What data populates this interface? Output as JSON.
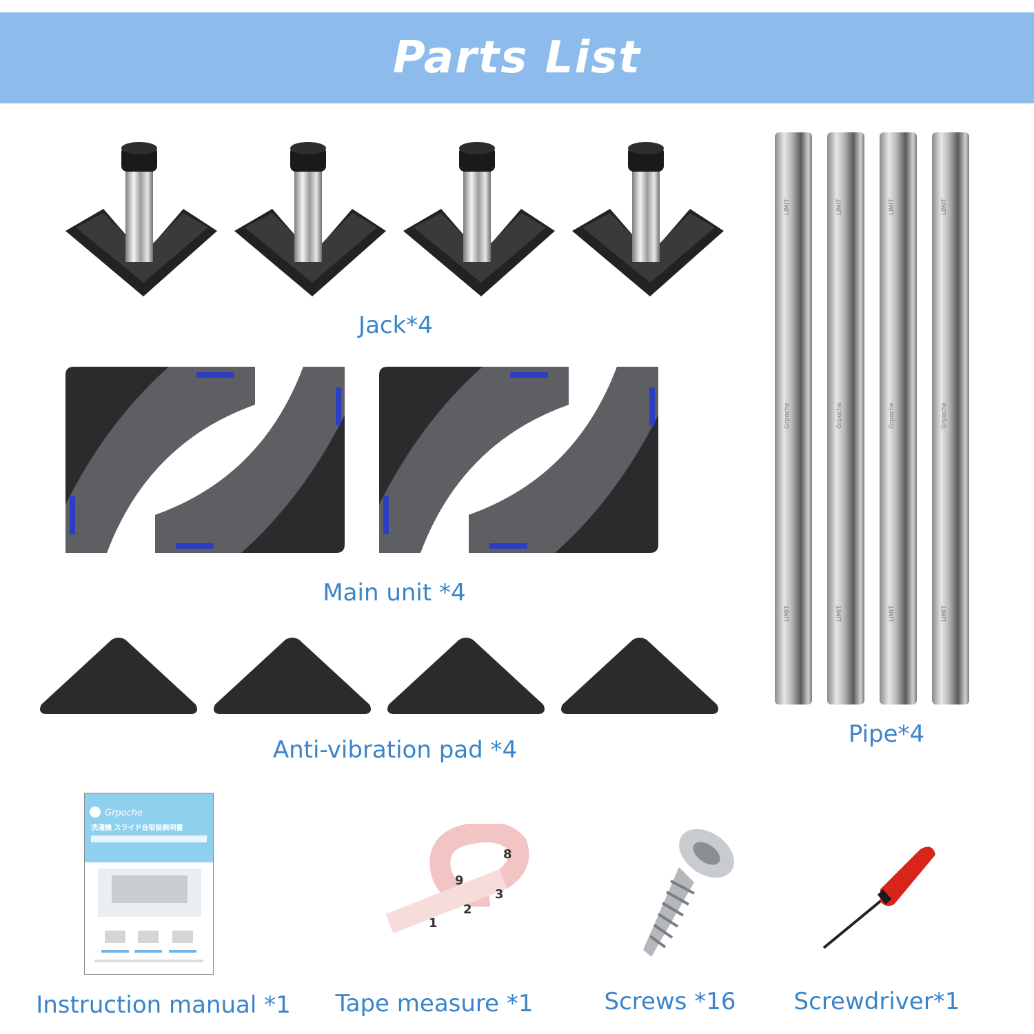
{
  "header": {
    "title": "Parts List"
  },
  "labels": {
    "jack": "Jack*4",
    "main_unit": "Main unit *4",
    "pad": "Anti-vibration pad *4",
    "pipe": "Pipe*4",
    "manual": "Instruction manual *1",
    "tape": "Tape measure *1",
    "screws": "Screws *16",
    "screwdriver": "Screwdriver*1"
  },
  "manual_cover": {
    "brand": "Grpoche",
    "title": "洗濯機 スライド台取扱説明書"
  },
  "pipe_marking": "LIMIT",
  "pipe_brand": "Grpoche",
  "tape_marks": [
    "1",
    "2",
    "3",
    "9",
    "8"
  ],
  "colors": {
    "banner": "#8dbcec",
    "label": "#3a84c9",
    "dark_part": "#2b2b2e",
    "grey_part": "#5e5f63",
    "level_blue": "#2a3fc4",
    "steel": "#c9c9c9",
    "tape_pink": "#f2c4c4",
    "handle_red": "#d8251c"
  }
}
